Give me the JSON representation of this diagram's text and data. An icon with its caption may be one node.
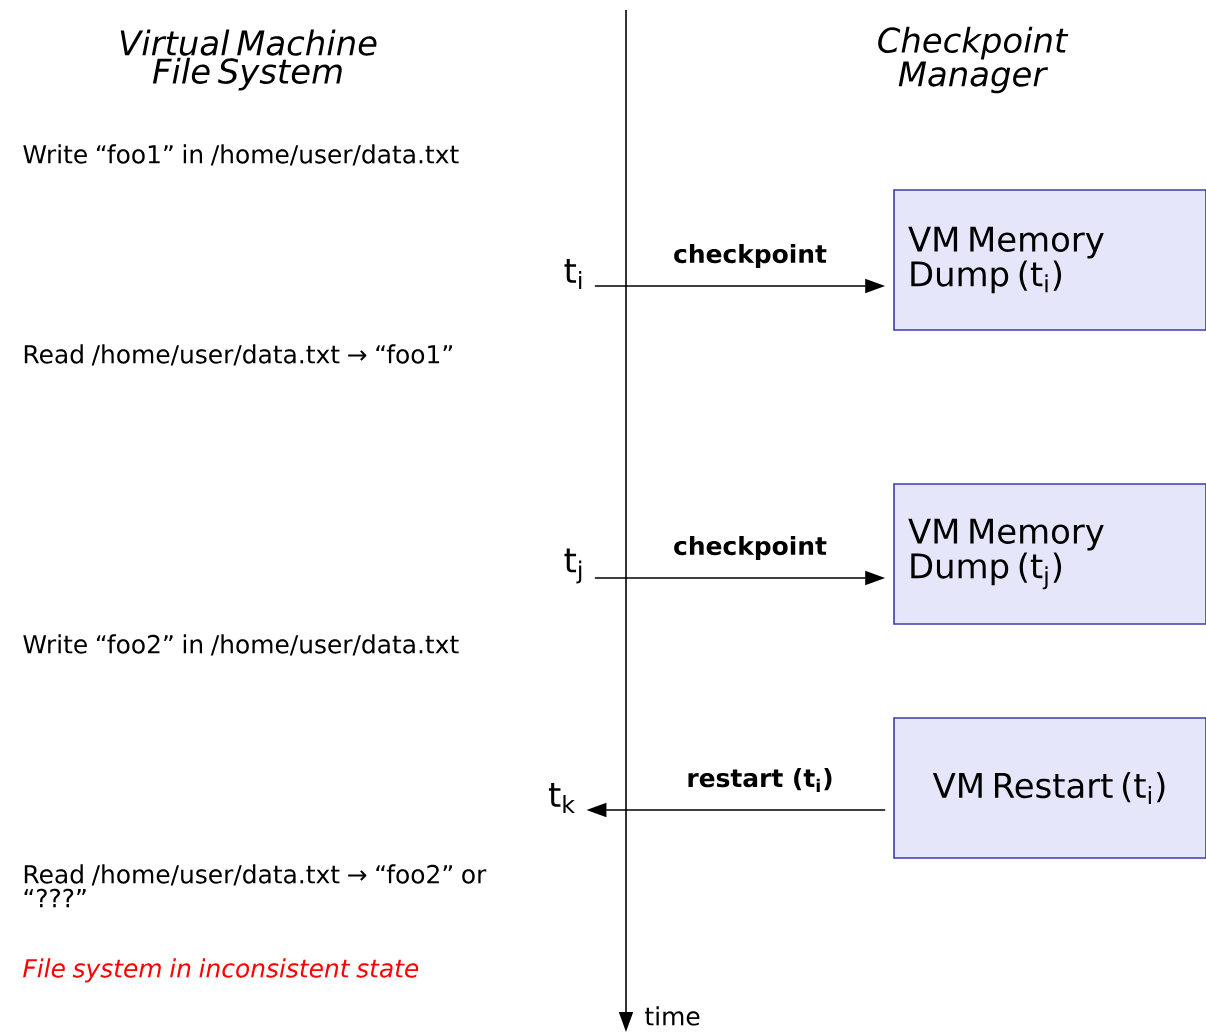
{
  "diagram": {
    "nodes": [
      {
        "text": [
          "t$_{i}$"
        ]
      },
      {
        "text": [
          "VM Memory Dump (t$_{i}$)"
        ]
      },
      {
        "text": [
          "t$_{j}$"
        ]
      },
      {
        "text": [
          "VM Memory Dump (t$_{j}$)"
        ]
      },
      {
        "text": [
          "t$_{k}$"
        ]
      },
      {
        "text": [
          "VM Restart (t$_{i}$)"
        ]
      }
    ],
    "edges": [
      {
        "from": 0,
        "to": 1,
        "arrow": "to",
        "label": "checkpoint"
      },
      {
        "from": 2,
        "to": 3,
        "arrow": "to",
        "label": "checkpoint"
      },
      {
        "from": 5,
        "to": 4,
        "arrow": "to",
        "label": "restart (t$_{i}$)"
      }
    ],
    "labels": [
      "Virtual Machine File System",
      "Checkpoint Manager",
      "Write “foo1” in /home/user/data.txt",
      "Read /home/user/data.txt → “foo1”",
      "Write “foo2” in /home/user/data.txt",
      "Read /home/user/data.txt → “foo2” or “???”",
      "File system in inconsistent state",
      "time"
    ]
  }
}
